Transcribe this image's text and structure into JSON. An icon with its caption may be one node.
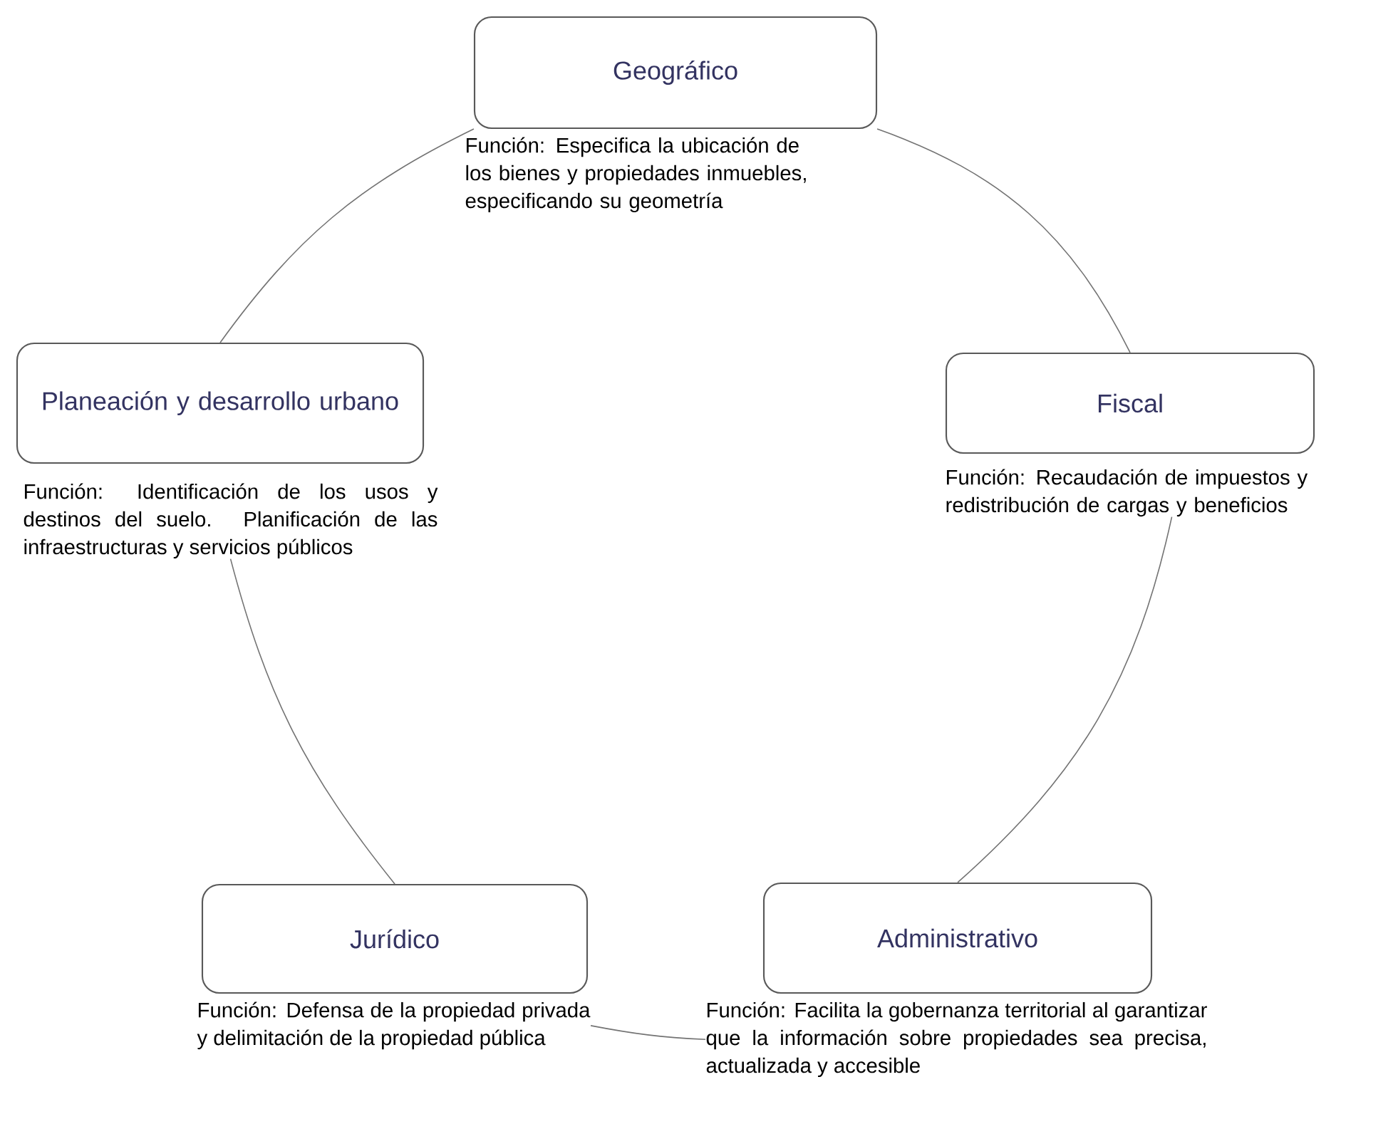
{
  "diagram": {
    "nodes": [
      {
        "text": [
          "Geográfico"
        ],
        "beside": [
          "Función: Especifica la ubicación de los bienes y propiedades inmuebles, especificando su geometría"
        ]
      },
      {
        "text": [
          "Fiscal"
        ],
        "beside": [
          "Función: Recaudación de impuestos y redistribución de cargas y beneficios"
        ]
      },
      {
        "text": [
          "Planeación y desarrollo urbano"
        ],
        "beside": [
          "Función: Identificación de los usos y destinos del suelo. Planificación de las infraestructuras y servicios públicos"
        ]
      },
      {
        "text": [
          "Jurídico"
        ],
        "beside": [
          "Función: Defensa de la propiedad privada y delimitación de la propiedad pública"
        ]
      },
      {
        "text": [
          "Administrativo"
        ],
        "beside": [
          "Función: Facilita la gobernanza territorial al garantizar que la información sobre propiedades sea precisa, actualizada y accesible"
        ]
      }
    ],
    "edges": [
      {
        "from": 0,
        "to": 1,
        "arrow": "none"
      },
      {
        "from": 1,
        "to": 4,
        "arrow": "none"
      },
      {
        "from": 4,
        "to": 3,
        "arrow": "none"
      },
      {
        "from": 3,
        "to": 2,
        "arrow": "none"
      },
      {
        "from": 2,
        "to": 0,
        "arrow": "none"
      }
    ]
  }
}
